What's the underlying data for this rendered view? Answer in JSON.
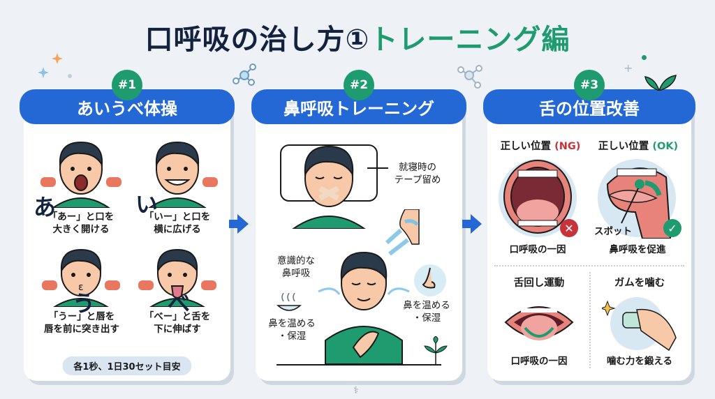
{
  "title": {
    "main": "口呼吸の治し方①",
    "accent": "トレーニング編"
  },
  "colors": {
    "header_blue": "#2468d6",
    "badge_green": "#1e9c70",
    "title_navy": "#13233f",
    "ng_red": "#c6333b",
    "ok_green": "#1e9c70",
    "background": "#eef2f6"
  },
  "cards": [
    {
      "badge": "#1",
      "header": "あいうべ体操",
      "items": [
        {
          "kana": "あ",
          "caption_line1": "「あー」と口を",
          "caption_line2": "大きく開ける"
        },
        {
          "kana": "い",
          "caption_line1": "「いー」と口を",
          "caption_line2": "横に広げる"
        },
        {
          "kana": "う",
          "caption_line1": "「うー」と唇を",
          "caption_line2": "唇を前に突き出す"
        },
        {
          "kana": "べ",
          "caption_line1": "「べー」と舌を",
          "caption_line2": "下に伸ばす"
        }
      ],
      "footer": "各1秒、1日30セット目安"
    },
    {
      "badge": "#2",
      "header": "鼻呼吸トレーニング",
      "tape_label_line1": "就寝時の",
      "tape_label_line2": "テープ留め",
      "conscious_label_line1": "意識的な",
      "conscious_label_line2": "鼻呼吸",
      "warm_left_line1": "鼻を温める",
      "warm_left_line2": "・保湿",
      "warm_right_line1": "鼻を温める",
      "warm_right_line2": "・保湿"
    },
    {
      "badge": "#3",
      "header": "舌の位置改善",
      "ng_label": "正しい位置",
      "ng_tag": "(NG)",
      "ok_label": "正しい位置",
      "ok_tag": "(OK)",
      "ng_caption": "口呼吸の一因",
      "ok_caption": "鼻呼吸を促進",
      "spot_label": "スポット",
      "ng_mark": "✕",
      "ok_mark": "✓",
      "exercise1_title": "舌回し運動",
      "exercise1_caption": "口呼吸の一因",
      "exercise2_title": "ガムを噛む",
      "exercise2_caption": "噛む力を鍛える"
    }
  ]
}
